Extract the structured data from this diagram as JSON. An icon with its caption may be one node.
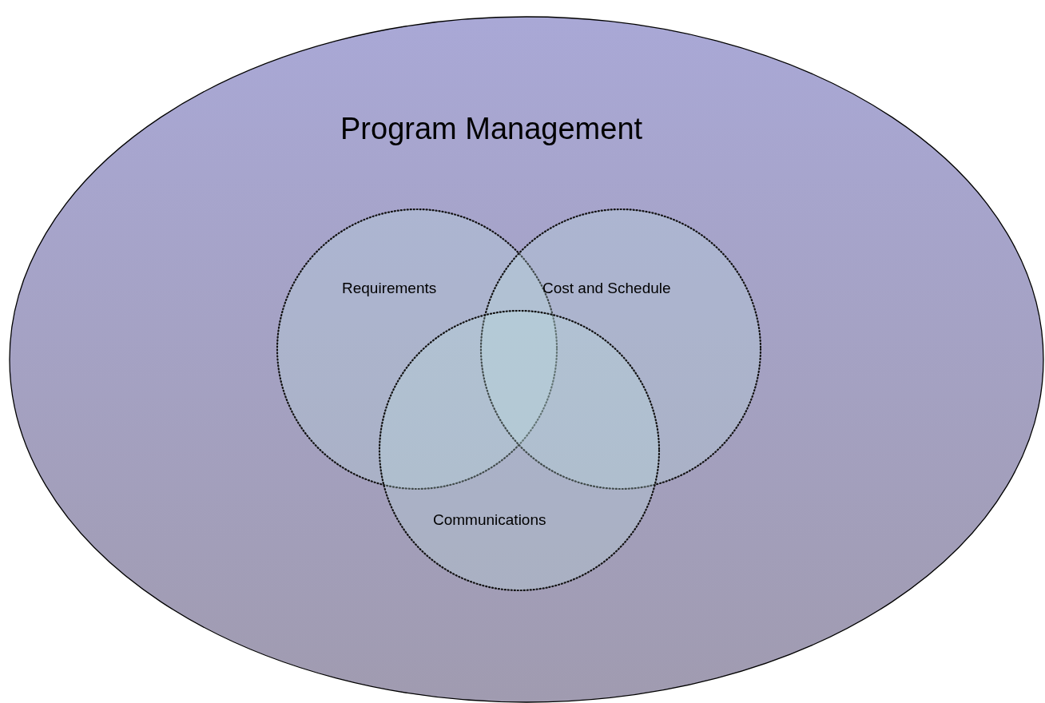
{
  "diagram": {
    "nodes": [
      {
        "text": [
          "Program Management"
        ]
      },
      {
        "text": [
          "Requirements"
        ],
        "in": 0
      },
      {
        "text": [
          "Cost and Schedule"
        ],
        "in": 0
      },
      {
        "text": [
          "Communications"
        ],
        "in": 0
      }
    ]
  }
}
